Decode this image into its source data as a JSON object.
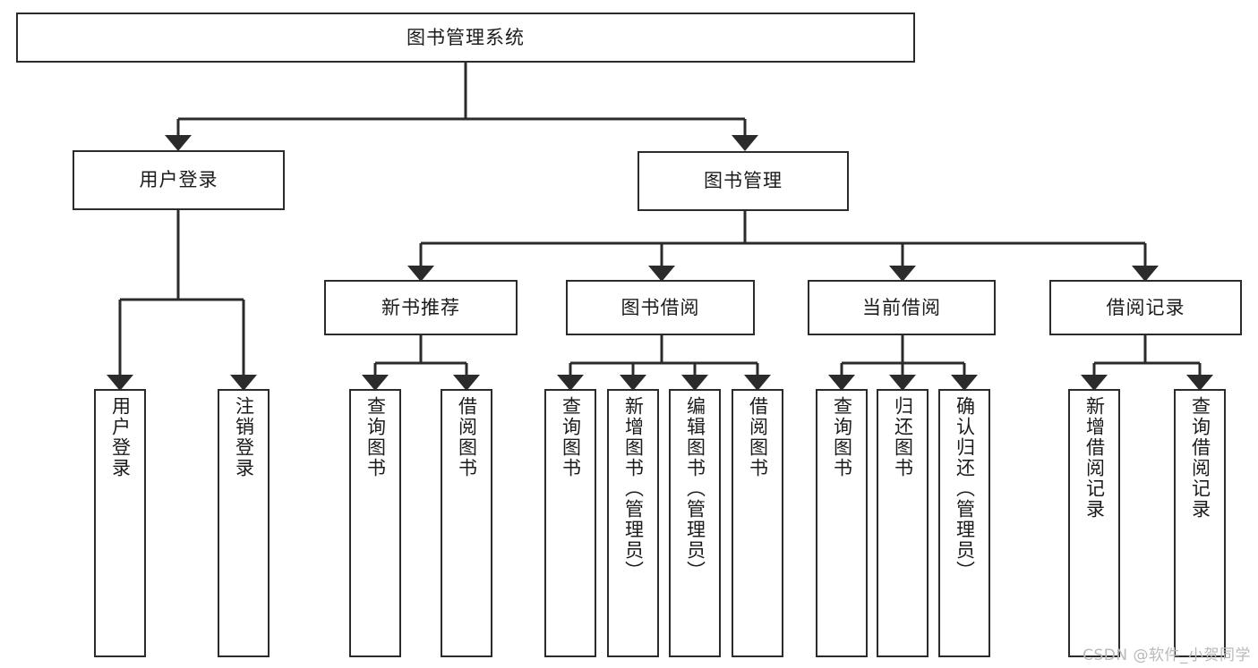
{
  "diagram": {
    "title_node": {
      "label": "图书管理系统"
    },
    "level2": [
      {
        "id": "user-login",
        "label": "用户登录"
      },
      {
        "id": "book-manage",
        "label": "图书管理"
      }
    ],
    "level3": [
      {
        "id": "new-book-recommend",
        "label": "新书推荐"
      },
      {
        "id": "book-borrow",
        "label": "图书借阅"
      },
      {
        "id": "current-borrow",
        "label": "当前借阅"
      },
      {
        "id": "borrow-record",
        "label": "借阅记录"
      }
    ],
    "leaves": [
      {
        "id": "leaf-user-login",
        "label": "用户登录"
      },
      {
        "id": "leaf-logout-login",
        "label": "注销登录"
      },
      {
        "id": "leaf-query-book-1",
        "label": "查询图书"
      },
      {
        "id": "leaf-borrow-book-1",
        "label": "借阅图书"
      },
      {
        "id": "leaf-query-book-2",
        "label": "查询图书"
      },
      {
        "id": "leaf-add-book-admin",
        "label": "新增图书（管理员）"
      },
      {
        "id": "leaf-edit-book-admin",
        "label": "编辑图书（管理员）"
      },
      {
        "id": "leaf-borrow-book-2",
        "label": "借阅图书"
      },
      {
        "id": "leaf-query-book-3",
        "label": "查询图书"
      },
      {
        "id": "leaf-return-book",
        "label": "归还图书"
      },
      {
        "id": "leaf-confirm-return-admin",
        "label": "确认归还（管理员）"
      },
      {
        "id": "leaf-add-borrow-record",
        "label": "新增借阅记录"
      },
      {
        "id": "leaf-query-borrow-record",
        "label": "查询借阅记录"
      }
    ],
    "watermark": "CSDN @软件_小贺同学",
    "colors": {
      "stroke": "#2b2b2b",
      "fill": "#ffffff",
      "text": "#1b1b1b",
      "watermark": "#b9b9b9"
    }
  }
}
